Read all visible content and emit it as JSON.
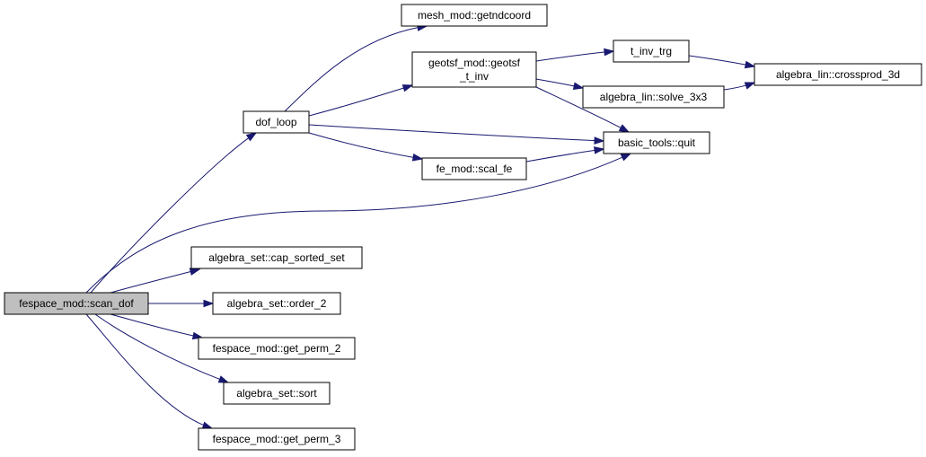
{
  "colors": {
    "node_fill": "#ffffff",
    "root_fill": "#bfbfbf",
    "border": "#000000",
    "edge": "#191970"
  },
  "nodes": {
    "scan_dof": {
      "lines": [
        "fespace_mod::scan_dof"
      ],
      "root": true
    },
    "dof_loop": {
      "lines": [
        "dof_loop"
      ]
    },
    "cap_sorted_set": {
      "lines": [
        "algebra_set::cap_sorted_set"
      ]
    },
    "order_2": {
      "lines": [
        "algebra_set::order_2"
      ]
    },
    "get_perm_2": {
      "lines": [
        "fespace_mod::get_perm_2"
      ]
    },
    "sort": {
      "lines": [
        "algebra_set::sort"
      ]
    },
    "get_perm_3": {
      "lines": [
        "fespace_mod::get_perm_3"
      ]
    },
    "quit": {
      "lines": [
        "basic_tools::quit"
      ]
    },
    "getndcoord": {
      "lines": [
        "mesh_mod::getndcoord"
      ]
    },
    "geotsf_t_inv": {
      "lines": [
        "geotsf_mod::geotsf",
        "_t_inv"
      ]
    },
    "scal_fe": {
      "lines": [
        "fe_mod::scal_fe"
      ]
    },
    "t_inv_trg": {
      "lines": [
        "t_inv_trg"
      ]
    },
    "solve_3x3": {
      "lines": [
        "algebra_lin::solve_3x3"
      ]
    },
    "crossprod_3d": {
      "lines": [
        "algebra_lin::crossprod_3d"
      ]
    }
  },
  "edges": [
    {
      "from": "scan_dof",
      "to": "dof_loop"
    },
    {
      "from": "scan_dof",
      "to": "quit"
    },
    {
      "from": "scan_dof",
      "to": "cap_sorted_set"
    },
    {
      "from": "scan_dof",
      "to": "order_2"
    },
    {
      "from": "scan_dof",
      "to": "get_perm_2"
    },
    {
      "from": "scan_dof",
      "to": "sort"
    },
    {
      "from": "scan_dof",
      "to": "get_perm_3"
    },
    {
      "from": "dof_loop",
      "to": "getndcoord"
    },
    {
      "from": "dof_loop",
      "to": "geotsf_t_inv"
    },
    {
      "from": "dof_loop",
      "to": "quit"
    },
    {
      "from": "dof_loop",
      "to": "scal_fe"
    },
    {
      "from": "geotsf_t_inv",
      "to": "t_inv_trg"
    },
    {
      "from": "geotsf_t_inv",
      "to": "solve_3x3"
    },
    {
      "from": "geotsf_t_inv",
      "to": "quit"
    },
    {
      "from": "scal_fe",
      "to": "quit"
    },
    {
      "from": "t_inv_trg",
      "to": "crossprod_3d"
    },
    {
      "from": "solve_3x3",
      "to": "crossprod_3d"
    }
  ]
}
